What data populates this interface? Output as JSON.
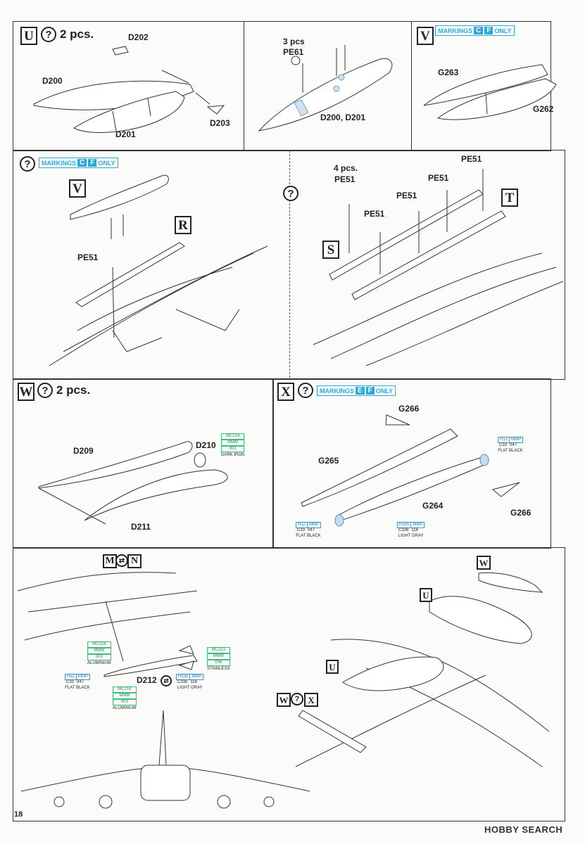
{
  "page": {
    "number": "18",
    "watermark": "HOBBY SEARCH"
  },
  "step_U": {
    "letter": "U",
    "help": "?",
    "qty": "2 pcs.",
    "parts": [
      "D202",
      "D200",
      "D201",
      "D203"
    ]
  },
  "step_pe61": {
    "qty": "3 pcs",
    "part": "PE61",
    "parts_ref": "D200, D201"
  },
  "step_V": {
    "letter": "V",
    "markings": "MARKINGS",
    "k1": "C",
    "k2": "F",
    "only": "ONLY",
    "parts": [
      "G263",
      "G262"
    ]
  },
  "step_V_install": {
    "help": "?",
    "markings": "MARKINGS",
    "k1": "C",
    "k2": "F",
    "only": "ONLY",
    "part_letter": "V",
    "rail_letter": "R",
    "pe": "PE51"
  },
  "step_ST": {
    "help": "?",
    "qty": "4 pcs.",
    "pe": "PE51",
    "letter_s": "S",
    "letter_t": "T"
  },
  "step_W": {
    "letter": "W",
    "help": "?",
    "qty": "2 pcs.",
    "parts": [
      "D209",
      "D210",
      "D211"
    ],
    "paint": {
      "code": "MC214",
      "mmm": "MMM",
      "num": "001",
      "name": "DARK IRON"
    }
  },
  "step_X": {
    "letter": "X",
    "help": "?",
    "markings": "MARKINGS",
    "k1": "E",
    "k2": "F",
    "only": "ONLY",
    "parts": [
      "G266",
      "G265",
      "G264",
      "G266"
    ],
    "paint_black_top": {
      "h": "H12",
      "mmp": "MMP",
      "c": "C33",
      "n": "047",
      "name": "FLAT BLACK"
    },
    "paint_black_bot": {
      "h": "H12",
      "mmp": "MMP",
      "c": "C33",
      "n": "047",
      "name": "FLAT BLACK"
    },
    "paint_gray": {
      "h": "H335",
      "mmp": "MMP",
      "c": "C338",
      "n": "116",
      "name": "LIGHT GRAY"
    }
  },
  "step_MN": {
    "letter_m": "M",
    "letter_n": "N",
    "part": "D212",
    "paint_alu1": {
      "code": "MC218",
      "mmm": "MMM",
      "num": "003",
      "name": "ALUMINIUM"
    },
    "paint_stain": {
      "code": "MC213",
      "mmm": "MMM",
      "num": "006",
      "name": "STAINLESS"
    },
    "paint_black": {
      "h": "H12",
      "mmp": "MMP",
      "c": "C33",
      "n": "047",
      "name": "FLAT BLACK"
    },
    "paint_gray": {
      "h": "H335",
      "mmp": "MMP",
      "c": "C338",
      "n": "116",
      "name": "LIGHT GRAY"
    },
    "paint_alu2": {
      "code": "MC218",
      "mmm": "MMM",
      "num": "003",
      "name": "ALUMINIUM"
    }
  },
  "step_final": {
    "w": "W",
    "u1": "U",
    "u2": "U",
    "w2": "W",
    "help": "?",
    "x": "X"
  }
}
